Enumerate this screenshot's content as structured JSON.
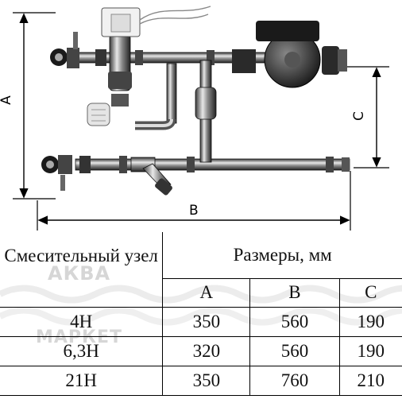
{
  "diagram": {
    "dim_a": "A",
    "dim_b": "B",
    "dim_c": "C"
  },
  "table": {
    "header_mix": "Смесительный узел",
    "header_sizes": "Размеры, мм",
    "columns": [
      "A",
      "B",
      "C"
    ],
    "rows": [
      {
        "name": "4H",
        "a": "350",
        "b": "560",
        "c": "190"
      },
      {
        "name": "6,3H",
        "a": "320",
        "b": "560",
        "c": "190"
      },
      {
        "name": "21H",
        "a": "350",
        "b": "760",
        "c": "210"
      }
    ]
  },
  "watermark": {
    "line1": "АКВА",
    "line2": "МАРКЕТ"
  }
}
